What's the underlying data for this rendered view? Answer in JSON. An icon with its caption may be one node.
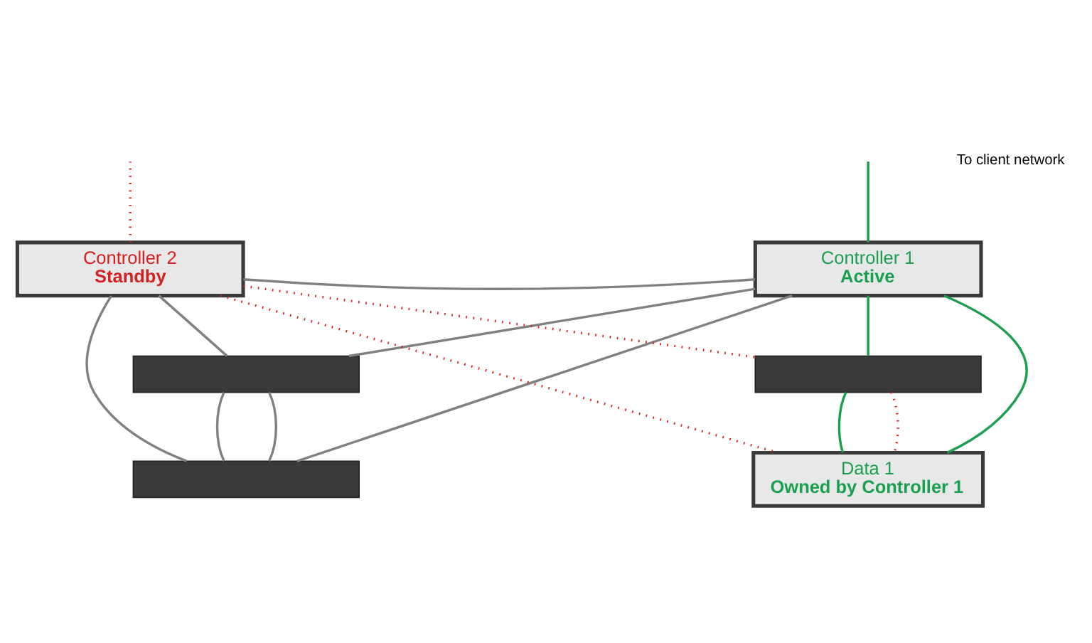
{
  "diagram": {
    "nodes": [
      {
        "text": [
          "Controller 1",
          "Active"
        ]
      },
      {
        "text": [
          "Controller 2",
          "Standby"
        ]
      },
      {
        "text": [],
        "shape": "box"
      },
      {
        "text": [
          "Data 1",
          "Owned by Controller 1"
        ]
      },
      {
        "text": [],
        "shape": "box"
      },
      {
        "text": [],
        "shape": "box"
      }
    ],
    "edges": [
      {
        "from": 0,
        "to": null,
        "arrow": "none",
        "color": "#1a9f4f"
      },
      {
        "from": 0,
        "to": 2,
        "arrow": "none",
        "color": "#1a9f4f"
      },
      {
        "from": 2,
        "to": 3,
        "arrow": "none",
        "color": "#1a9f4f"
      },
      {
        "from": 0,
        "to": 3,
        "arrow": "none",
        "color": "#1a9f4f"
      },
      {
        "from": 1,
        "to": null,
        "arrow": "none",
        "style": "dashed",
        "color": "#d42020"
      },
      {
        "from": 2,
        "to": 3,
        "arrow": "none",
        "style": "dashed",
        "color": "#d42020"
      },
      {
        "from": 1,
        "to": 2,
        "arrow": "none",
        "style": "dashed",
        "color": "#d42020"
      },
      {
        "from": 1,
        "to": 3,
        "arrow": "none",
        "style": "dashed",
        "color": "#d42020"
      },
      {
        "from": 0,
        "to": 1,
        "arrow": "none"
      },
      {
        "from": 0,
        "to": 4,
        "arrow": "none"
      },
      {
        "from": 0,
        "to": 5,
        "arrow": "none"
      },
      {
        "from": 1,
        "to": 4,
        "arrow": "none"
      },
      {
        "from": 4,
        "to": 5,
        "arrow": "none"
      },
      {
        "from": 4,
        "to": 5,
        "arrow": "none"
      },
      {
        "from": 1,
        "to": 5,
        "arrow": "none"
      }
    ],
    "labels": [
      "To client network"
    ]
  }
}
